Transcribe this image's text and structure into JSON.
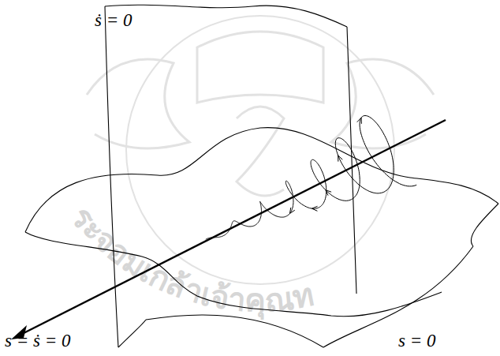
{
  "diagram": {
    "labels": [
      "ṡ = 0",
      "s = ṡ = 0",
      "s = 0",
      "ระจอมเกล้าเจ้าคุณท"
    ]
  }
}
